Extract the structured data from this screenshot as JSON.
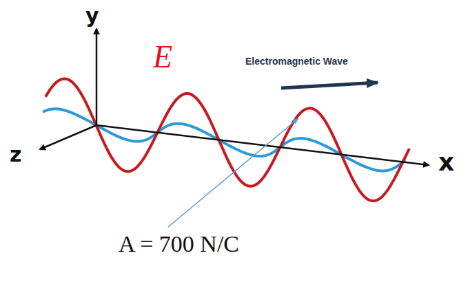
{
  "diagram": {
    "labels": [
      "y",
      "E",
      "Electromagnetic Wave",
      "z",
      "x",
      "A = 700 N/C"
    ]
  }
}
